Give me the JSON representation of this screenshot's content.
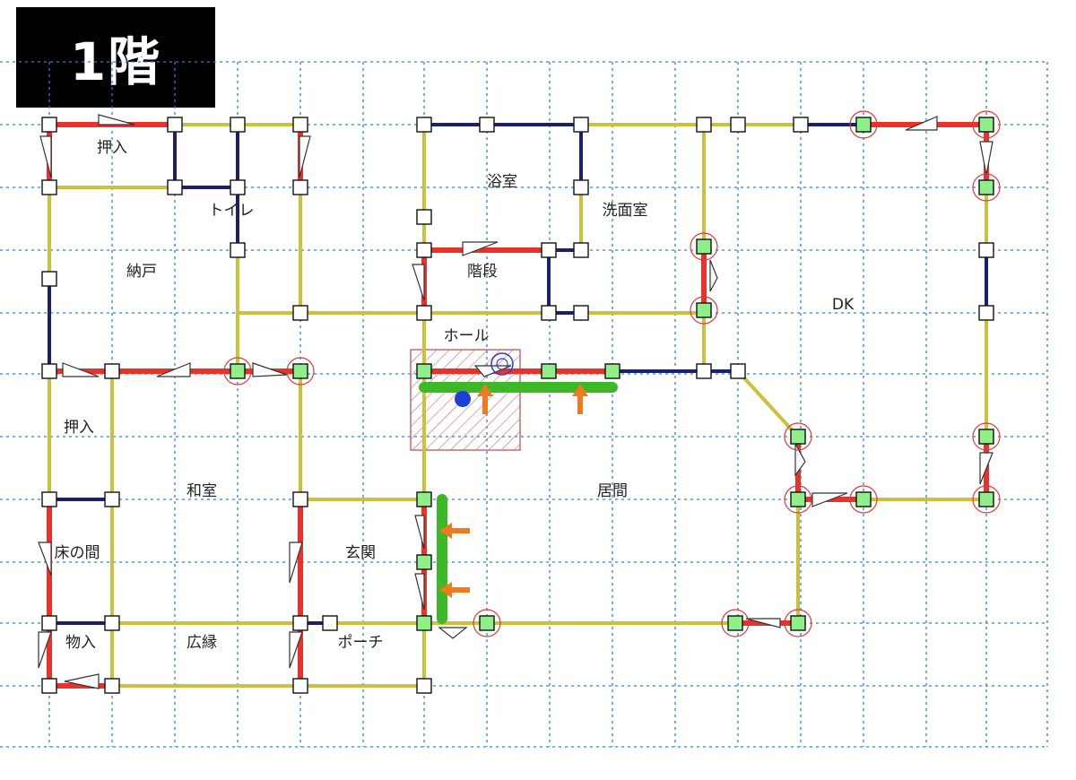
{
  "title": "1階",
  "colors": {
    "grid": "#2f7fd0",
    "yellow_wall": "#c9c23a",
    "navy_wall": "#1b1f6e",
    "red_wall": "#e8322a",
    "green_line": "#3cb828",
    "node_fill": "#ffffff",
    "highlight_fill": "#8ff08a",
    "highlight_ring": "#d83a3a",
    "arrow": "#f07a1e",
    "stair_hatch": "#c96a6a",
    "blue_dot": "#1c3fd6",
    "blue_circle": "#2d3fd8"
  },
  "rooms": [
    {
      "label": "押入"
    },
    {
      "label": "トイレ"
    },
    {
      "label": "納戸"
    },
    {
      "label": "浴室"
    },
    {
      "label": "洗面室"
    },
    {
      "label": "階段"
    },
    {
      "label": "ホール"
    },
    {
      "label": "DK"
    },
    {
      "label": "押入"
    },
    {
      "label": "和室"
    },
    {
      "label": "居間"
    },
    {
      "label": "床の間"
    },
    {
      "label": "玄関"
    },
    {
      "label": "物入"
    },
    {
      "label": "広縁"
    },
    {
      "label": "ポーチ"
    }
  ]
}
